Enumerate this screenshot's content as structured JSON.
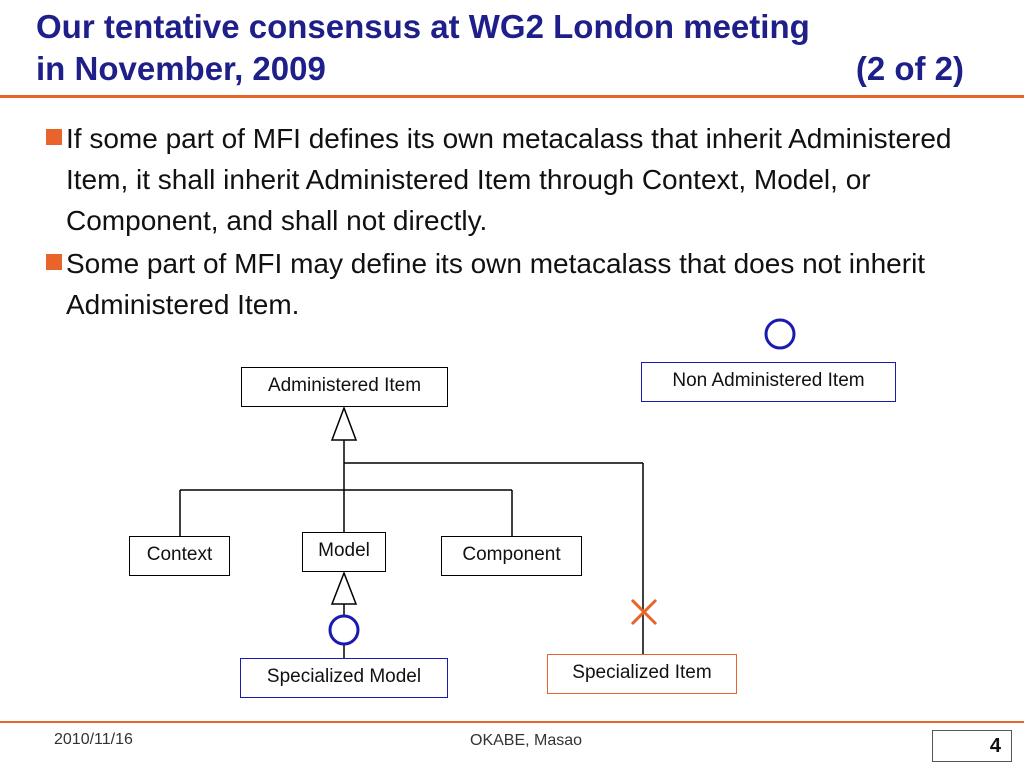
{
  "title": {
    "line1": "Our tentative consensus at WG2 London meeting",
    "line2": "in November, 2009",
    "part": "(2 of 2)"
  },
  "bullets": [
    "If some part of MFI defines its own metacalass that inherit Administered Item, it shall inherit Administered Item through Context, Model, or Component, and shall not directly.",
    "Some part of MFI may define its own metacalass that does not inherit Administered Item."
  ],
  "diagram": {
    "administered_item": "Administered Item",
    "non_administered_item": "Non Administered Item",
    "context": "Context",
    "model": "Model",
    "component": "Component",
    "specialized_model": "Specialized Model",
    "specialized_item": "Specialized Item",
    "ok_mark_icon": "circle-icon",
    "ng_mark_icon": "cross-icon",
    "colors": {
      "ok": "#1a1ab0",
      "ng": "#e8642a"
    }
  },
  "footer": {
    "date": "2010/11/16",
    "author": "OKABE, Masao",
    "page": "4"
  },
  "colors": {
    "title": "#1f1f8a",
    "accent": "#e8642a"
  }
}
